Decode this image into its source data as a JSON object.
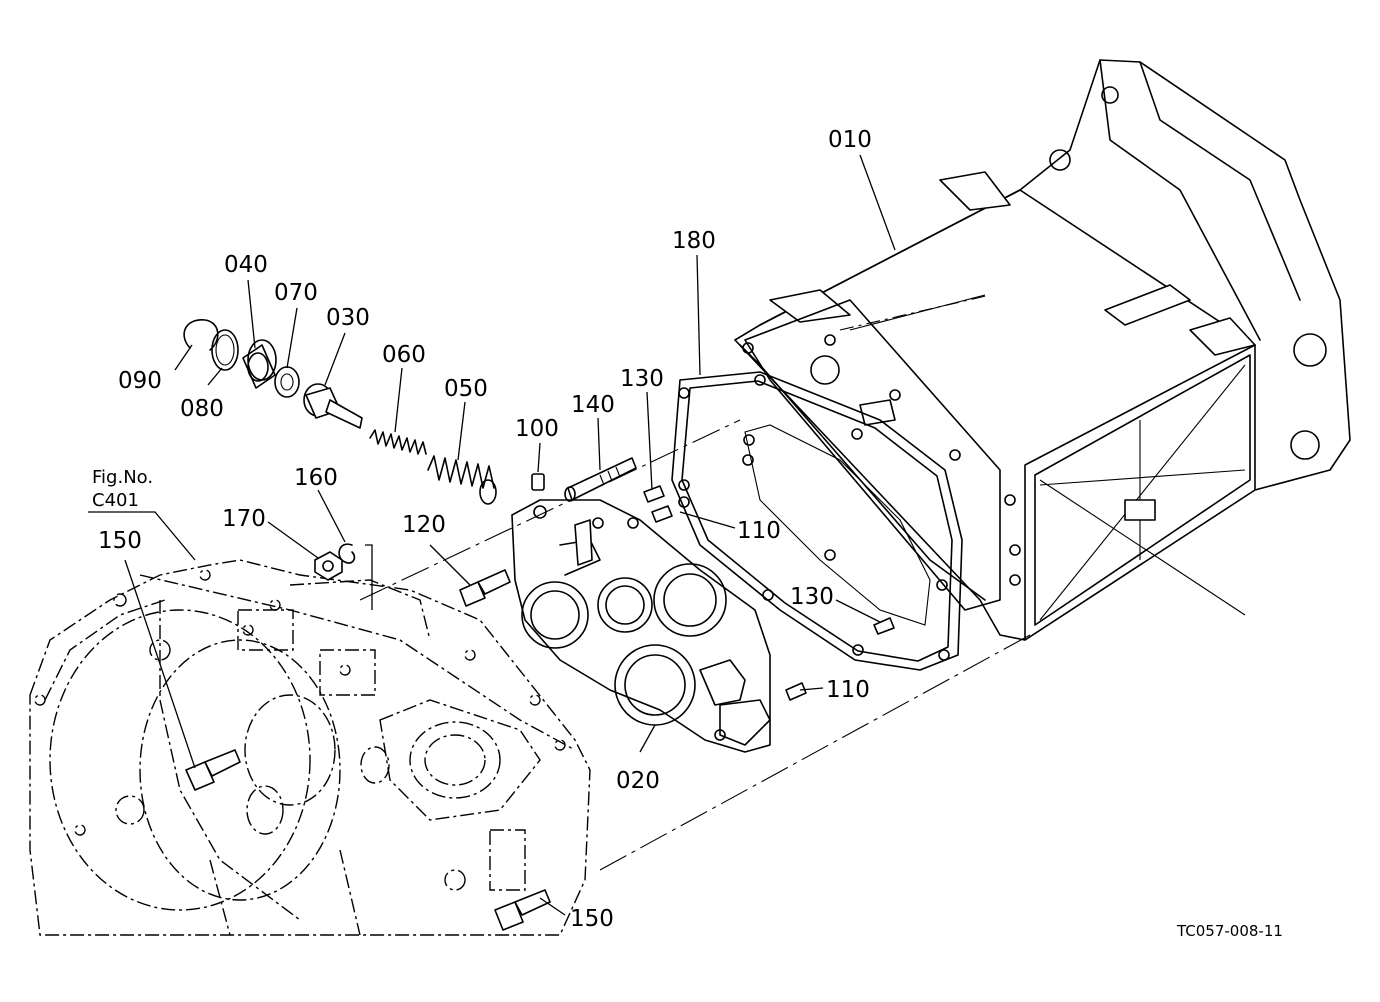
{
  "figure": {
    "fig_ref_line1": "Fig.No.",
    "fig_ref_line2": "C401",
    "drawing_code": "TC057-008-11"
  },
  "callouts": {
    "c010": "010",
    "c020": "020",
    "c030": "030",
    "c040": "040",
    "c050": "050",
    "c060": "060",
    "c070": "070",
    "c080": "080",
    "c090": "090",
    "c100": "100",
    "c110a": "110",
    "c110b": "110",
    "c120": "120",
    "c130a": "130",
    "c130b": "130",
    "c140": "140",
    "c150a": "150",
    "c150b": "150",
    "c160": "160",
    "c170": "170",
    "c180": "180"
  }
}
